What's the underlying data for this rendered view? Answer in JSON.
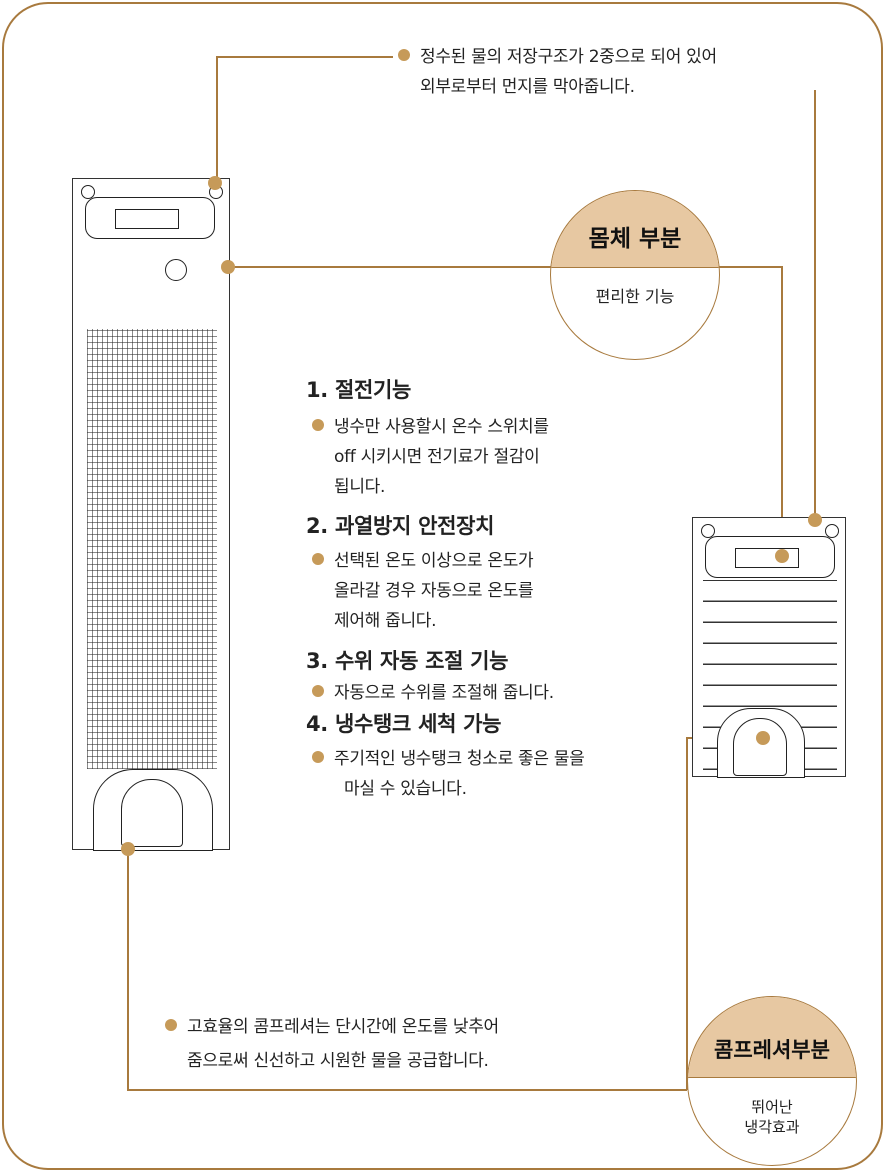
{
  "top_note": {
    "line1": "정수된 물의 저장구조가 2중으로 되어 있어",
    "line2": "외부로부터 먼지를 막아줍니다."
  },
  "body_badge": {
    "title": "몸체 부분",
    "subtitle": "편리한 기능"
  },
  "features": [
    {
      "heading": "1. 절전기능",
      "lines": [
        "냉수만 사용할시 온수 스위치를",
        "off 시키시면 전기료가 절감이",
        "됩니다."
      ]
    },
    {
      "heading": "2. 과열방지 안전장치",
      "lines": [
        "선택된 온도 이상으로 온도가",
        "올라갈 경우 자동으로 온도를",
        "제어해 줍니다."
      ]
    },
    {
      "heading": "3. 수위 자동 조절 기능",
      "lines": [
        "자동으로 수위를 조절해 줍니다."
      ]
    },
    {
      "heading": "4. 냉수탱크 세척 가능",
      "lines": [
        "주기적인 냉수탱크 청소로 좋은 물을",
        "마실 수 있습니다."
      ]
    }
  ],
  "compressor_note": {
    "line1": "고효율의 콤프레셔는 단시간에 온도를 낮추어",
    "line2": "줌으로써 신선하고 시원한 물을 공급합니다."
  },
  "compressor_badge": {
    "title": "콤프레셔부분",
    "subtitle_line1": "뛰어난",
    "subtitle_line2": "냉각효과"
  },
  "colors": {
    "accent": "#a87a3e",
    "dot": "#c69a59",
    "badge_fill": "#e7c8a2"
  }
}
